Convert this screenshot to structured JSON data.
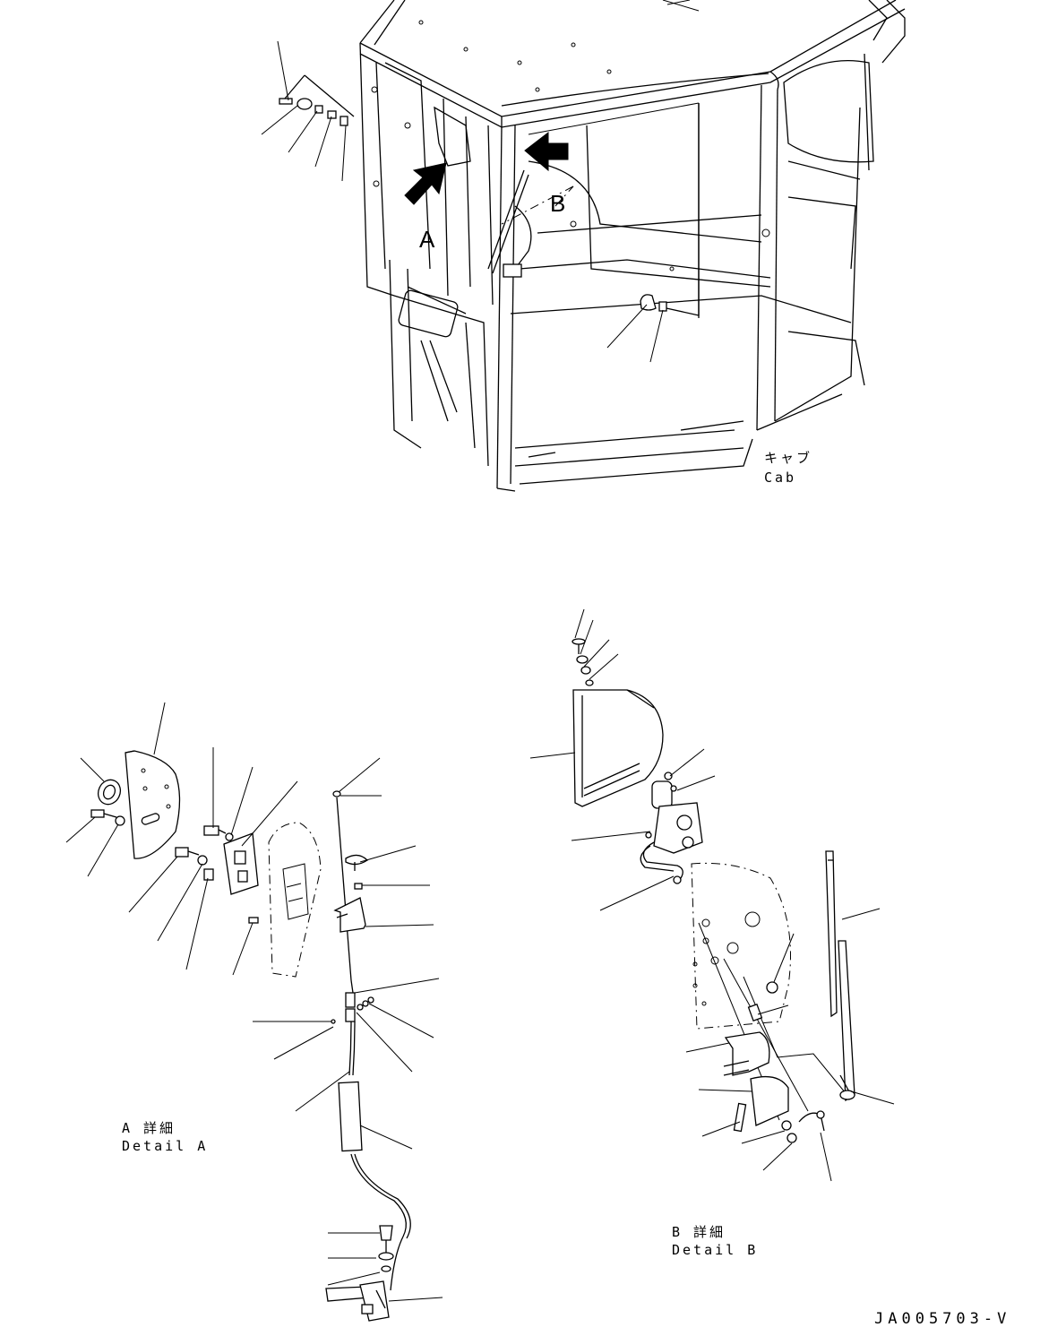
{
  "cab_label": {
    "jp": "キャブ",
    "en": "Cab"
  },
  "view_markers": {
    "a": "A",
    "b": "B"
  },
  "detail_a": {
    "jp": "A 詳細",
    "en": "Detail A"
  },
  "detail_b": {
    "jp": "B 詳細",
    "en": "Detail B"
  },
  "document_number": "JA005703-V"
}
